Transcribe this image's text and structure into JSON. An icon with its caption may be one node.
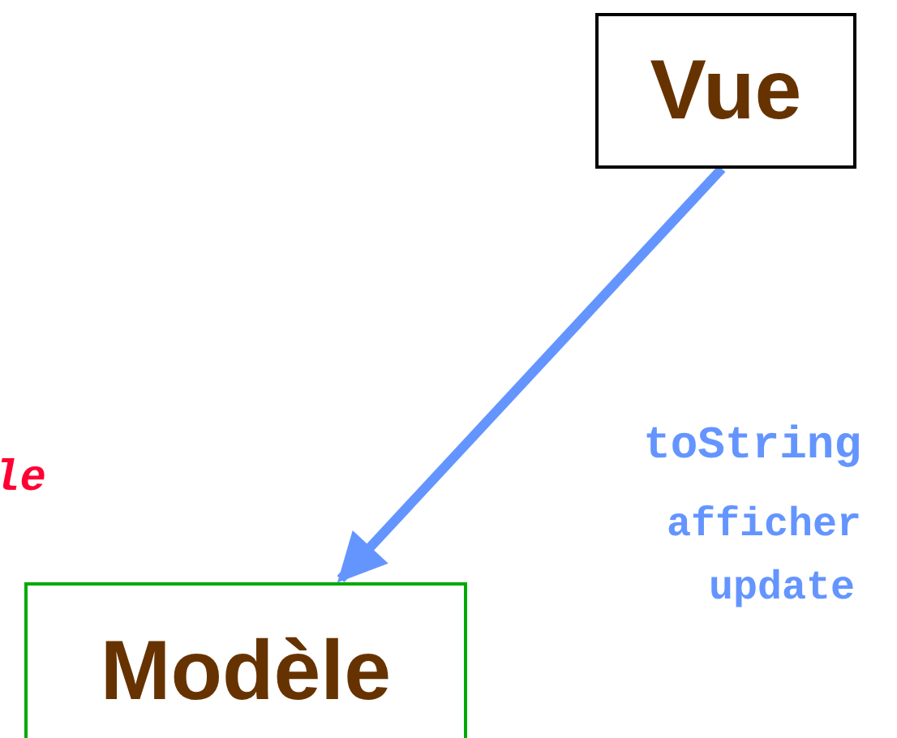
{
  "diagram": {
    "nodes": [
      {
        "text": [
          "Vue"
        ]
      },
      {
        "text": [
          "Modèle"
        ]
      }
    ],
    "edges": [
      {
        "from": 0,
        "to": 1,
        "arrow": "to",
        "color": "#6495ff"
      }
    ],
    "labels": [
      "le",
      "toString",
      "afficher",
      "update"
    ]
  }
}
